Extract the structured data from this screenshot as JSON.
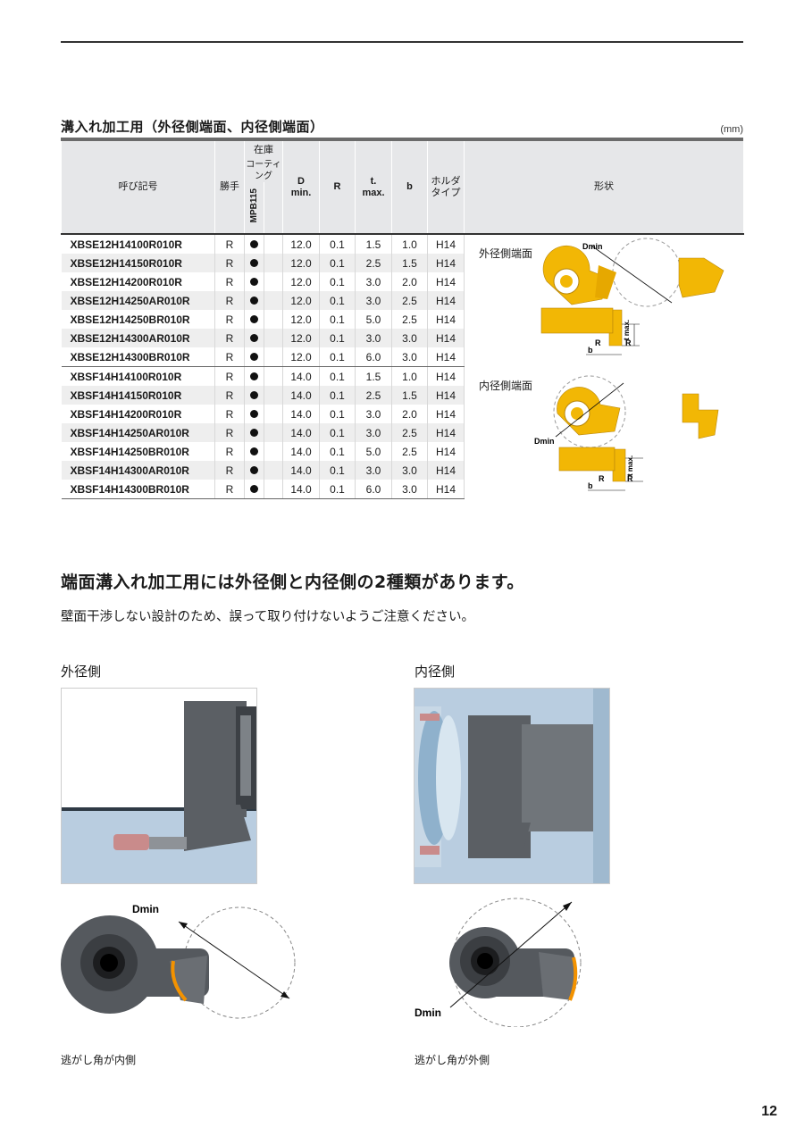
{
  "section": {
    "title": "溝入れ加工用（外径側端面、内径側端面）",
    "unit": "(mm)"
  },
  "table": {
    "headers": {
      "code": "呼び記号",
      "hand": "勝手",
      "stock": "在庫",
      "coating": "コーティング",
      "grade": "MPB115",
      "dmin": "D\nmin.",
      "r": "R",
      "tmax": "t.\nmax.",
      "b": "b",
      "holder": "ホルダ\nタイプ",
      "shape": "形状"
    },
    "groups": [
      {
        "shape_label": "外径側端面",
        "rows": [
          {
            "code": "XBSE12H14100R010R",
            "hand": "R",
            "d": "12.0",
            "r": "0.1",
            "t": "1.5",
            "b": "1.0",
            "holder": "H14"
          },
          {
            "code": "XBSE12H14150R010R",
            "hand": "R",
            "d": "12.0",
            "r": "0.1",
            "t": "2.5",
            "b": "1.5",
            "holder": "H14"
          },
          {
            "code": "XBSE12H14200R010R",
            "hand": "R",
            "d": "12.0",
            "r": "0.1",
            "t": "3.0",
            "b": "2.0",
            "holder": "H14"
          },
          {
            "code": "XBSE12H14250AR010R",
            "hand": "R",
            "d": "12.0",
            "r": "0.1",
            "t": "3.0",
            "b": "2.5",
            "holder": "H14"
          },
          {
            "code": "XBSE12H14250BR010R",
            "hand": "R",
            "d": "12.0",
            "r": "0.1",
            "t": "5.0",
            "b": "2.5",
            "holder": "H14"
          },
          {
            "code": "XBSE12H14300AR010R",
            "hand": "R",
            "d": "12.0",
            "r": "0.1",
            "t": "3.0",
            "b": "3.0",
            "holder": "H14"
          },
          {
            "code": "XBSE12H14300BR010R",
            "hand": "R",
            "d": "12.0",
            "r": "0.1",
            "t": "6.0",
            "b": "3.0",
            "holder": "H14"
          }
        ]
      },
      {
        "shape_label": "内径側端面",
        "rows": [
          {
            "code": "XBSF14H14100R010R",
            "hand": "R",
            "d": "14.0",
            "r": "0.1",
            "t": "1.5",
            "b": "1.0",
            "holder": "H14"
          },
          {
            "code": "XBSF14H14150R010R",
            "hand": "R",
            "d": "14.0",
            "r": "0.1",
            "t": "2.5",
            "b": "1.5",
            "holder": "H14"
          },
          {
            "code": "XBSF14H14200R010R",
            "hand": "R",
            "d": "14.0",
            "r": "0.1",
            "t": "3.0",
            "b": "2.0",
            "holder": "H14"
          },
          {
            "code": "XBSF14H14250AR010R",
            "hand": "R",
            "d": "14.0",
            "r": "0.1",
            "t": "3.0",
            "b": "2.5",
            "holder": "H14"
          },
          {
            "code": "XBSF14H14250BR010R",
            "hand": "R",
            "d": "14.0",
            "r": "0.1",
            "t": "5.0",
            "b": "2.5",
            "holder": "H14"
          },
          {
            "code": "XBSF14H14300AR010R",
            "hand": "R",
            "d": "14.0",
            "r": "0.1",
            "t": "3.0",
            "b": "3.0",
            "holder": "H14"
          },
          {
            "code": "XBSF14H14300BR010R",
            "hand": "R",
            "d": "14.0",
            "r": "0.1",
            "t": "6.0",
            "b": "3.0",
            "holder": "H14"
          }
        ]
      }
    ],
    "dim_labels": {
      "dmin": "Dmin",
      "t": "t max.",
      "r": "R",
      "b": "b"
    }
  },
  "intro": {
    "headline": "端面溝入れ加工用には外径側と内径側の2種類があります。",
    "subline": "壁面干渉しない設計のため、誤って取り付けないようご注意ください。"
  },
  "outer": {
    "title": "外径側",
    "dmin": "Dmin",
    "caption": "逃がし角が内側"
  },
  "inner": {
    "title": "内径側",
    "dmin": "Dmin",
    "caption": "逃がし角が外側"
  },
  "page_number": "12",
  "colors": {
    "insert_gold": "#f2b705",
    "tool_gray": "#55595e",
    "work_blue": "#b9cde0",
    "edge_orange": "#f39200",
    "header_gray": "#e6e7e9"
  }
}
